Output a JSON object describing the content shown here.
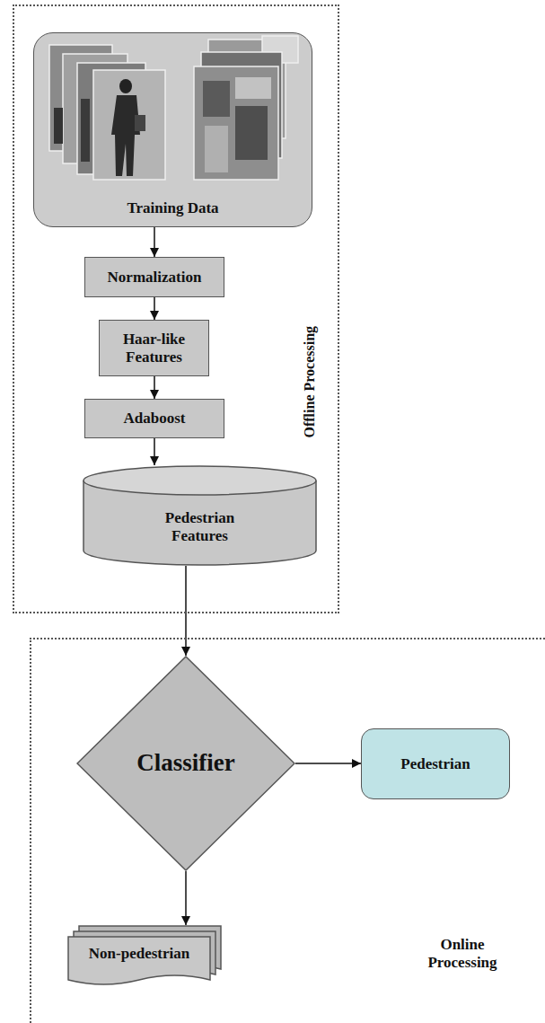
{
  "diagram": {
    "nodes": [
      {
        "text": [
          "Offline Processing"
        ]
      },
      {
        "text": [
          "Training Data"
        ],
        "in": 0
      },
      {
        "text": [
          "Normalization"
        ],
        "in": 0
      },
      {
        "text": [
          "Haar-like Features"
        ],
        "in": 0
      },
      {
        "text": [
          "Adaboost"
        ],
        "in": 0
      },
      {
        "text": [
          "Pedestrian Features"
        ],
        "in": 0
      },
      {
        "text": [
          "Online Processing"
        ]
      },
      {
        "text": [
          "Classifier"
        ],
        "in": 6
      },
      {
        "text": [
          "Pedestrian"
        ],
        "in": 6
      },
      {
        "text": [
          "Non-pedestrian"
        ],
        "in": 6
      }
    ],
    "edges": [
      {
        "from": 1,
        "to": 2,
        "arrow": "to"
      },
      {
        "from": 2,
        "to": 3,
        "arrow": "to"
      },
      {
        "from": 3,
        "to": 4,
        "arrow": "to"
      },
      {
        "from": 4,
        "to": 5,
        "arrow": "to"
      },
      {
        "from": 5,
        "to": 7,
        "arrow": "to"
      },
      {
        "from": 7,
        "to": 8,
        "arrow": "to"
      },
      {
        "from": 7,
        "to": 9,
        "arrow": "to"
      }
    ]
  }
}
